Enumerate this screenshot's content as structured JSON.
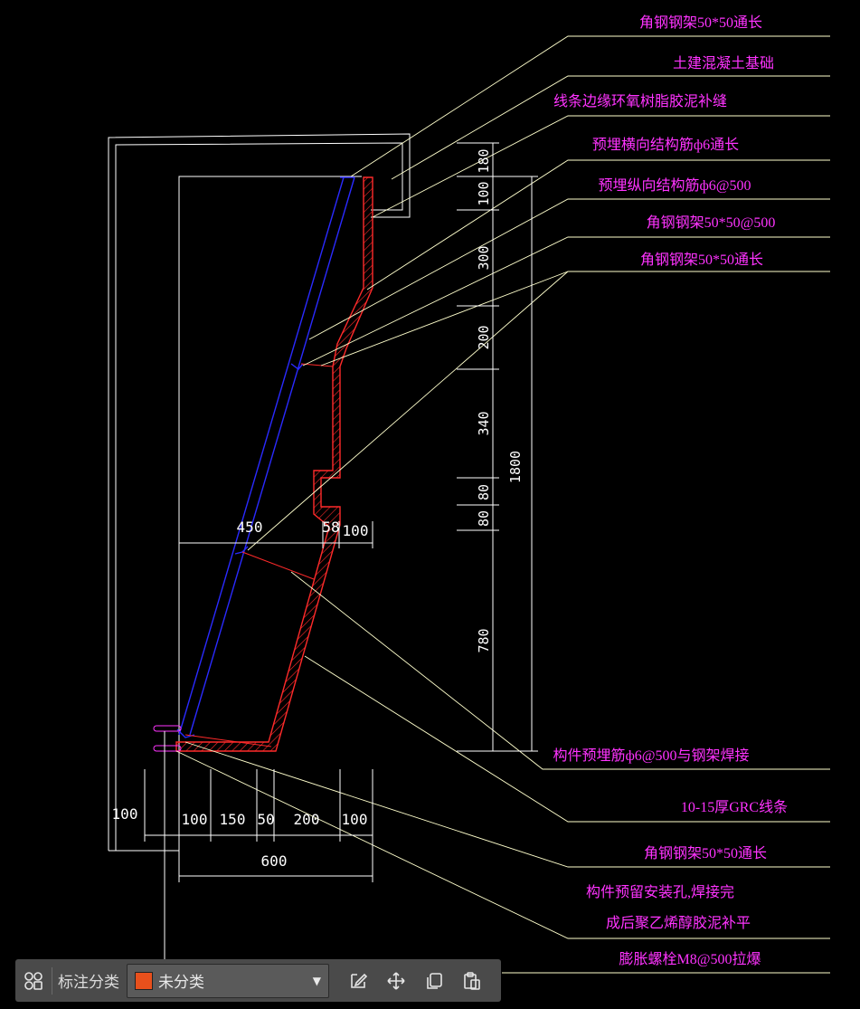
{
  "colors": {
    "background": "#000000",
    "label_text": "#ff33ff",
    "leader_line": "#ffffcc",
    "dimension": "#ffffff",
    "section_hatch": "#ff2a2a",
    "steel_frame": "#2a2aff",
    "toolbar_bg": "#4a4a4a",
    "category_swatch": "#e8501c"
  },
  "labels": {
    "l1": "角钢钢架50*50通长",
    "l2": "土建混凝土基础",
    "l3": "线条边缘环氧树脂胶泥补缝",
    "l4": "预埋横向结构筋ф6通长",
    "l5": "预埋纵向结构筋ф6@500",
    "l6": "角钢钢架50*50@500",
    "l7": "角钢钢架50*50通长",
    "l8": "构件预埋筋ф6@500与钢架焊接",
    "l9": "10-15厚GRC线条",
    "l10": "角钢钢架50*50通长",
    "l11a": "构件预留安装孔,焊接完",
    "l11b": "成后聚乙烯醇胶泥补平",
    "l12": "膨胀螺栓M8@500拉爆"
  },
  "dims": {
    "v_180": "180",
    "v_100": "100",
    "v_300": "300",
    "v_200": "200",
    "v_340": "340",
    "v_80a": "80",
    "v_80b": "80",
    "v_780": "780",
    "v_1800": "1800",
    "h_450": "450",
    "h_58": "58",
    "h_100_top": "100",
    "h_100_left": "100",
    "h_100a": "100",
    "h_150": "150",
    "h_50": "50",
    "h_200": "200",
    "h_100b": "100",
    "h_600": "600"
  },
  "toolbar": {
    "category_label": "标注分类",
    "category_value": "未分类"
  }
}
